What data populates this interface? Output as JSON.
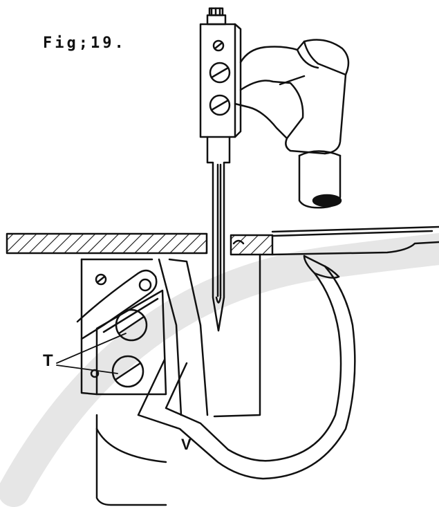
{
  "figure": {
    "title": "Fig;19.",
    "labels": {
      "t": "T",
      "v": "V"
    }
  },
  "colors": {
    "ink": "#111111",
    "watermark": "#e6e6e6",
    "background": "#ffffff"
  }
}
